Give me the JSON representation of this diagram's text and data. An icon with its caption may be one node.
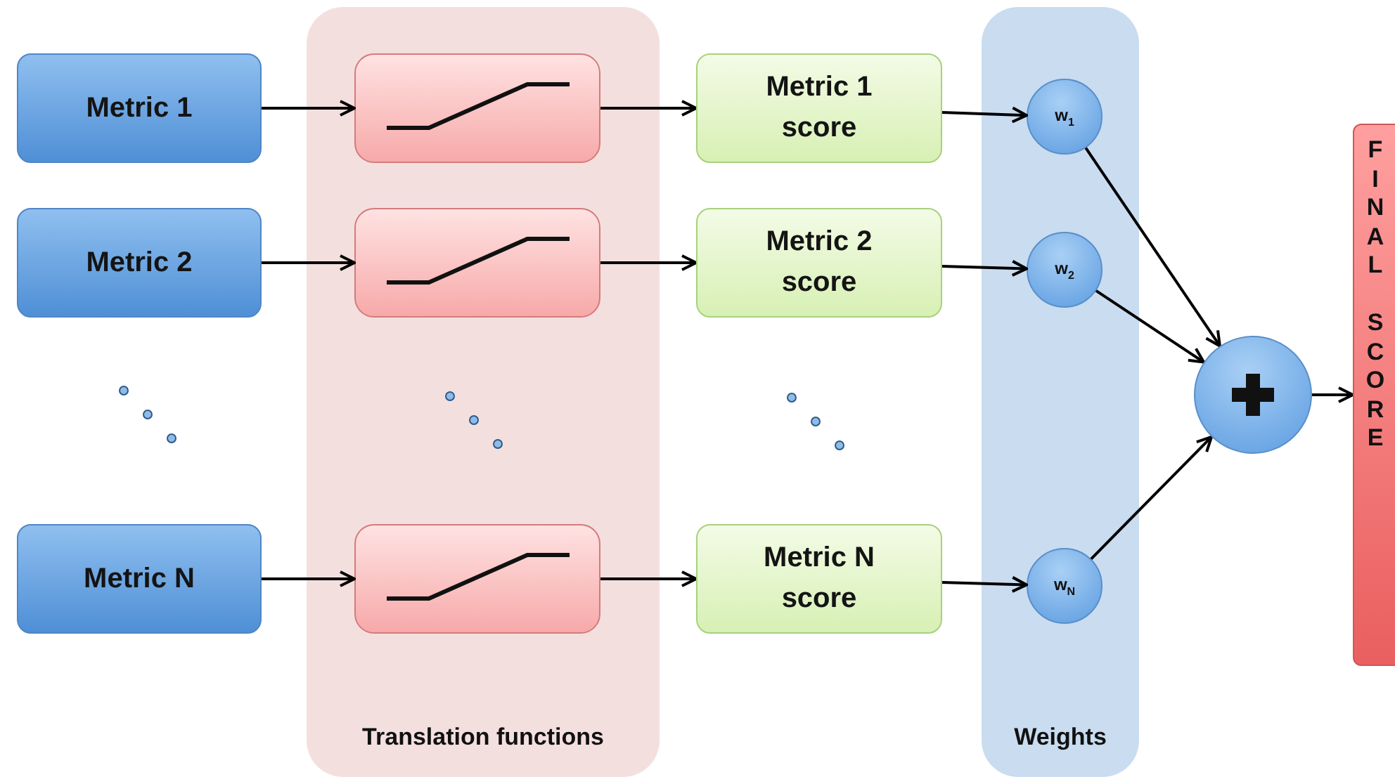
{
  "diagram": {
    "nodes": [
      {
        "text": [
          "Translation functions"
        ]
      },
      {
        "text": [
          "Weights"
        ]
      },
      {
        "text": [
          "Metric 1"
        ]
      },
      {
        "text": [
          "Metric 2"
        ]
      },
      {
        "text": [
          "Metric N"
        ]
      },
      {
        "text": [],
        "shape": "box",
        "in": 0
      },
      {
        "text": [],
        "shape": "box",
        "in": 0
      },
      {
        "text": [],
        "shape": "box",
        "in": 0
      },
      {
        "text": [
          "Metric 1 score"
        ]
      },
      {
        "text": [
          "Metric 2 score"
        ]
      },
      {
        "text": [
          "Metric N score"
        ]
      },
      {
        "text": [
          "w$_{1}$"
        ],
        "in": 1
      },
      {
        "text": [
          "w$_{2}$"
        ],
        "in": 1
      },
      {
        "text": [
          "w$_{N}$"
        ],
        "in": 1
      },
      {
        "text": [],
        "shape": "circle"
      },
      {
        "text": [
          "FINAL SCORE"
        ]
      }
    ],
    "edges": [
      {
        "from": 2,
        "to": 5,
        "arrow": "to"
      },
      {
        "from": 3,
        "to": 6,
        "arrow": "to"
      },
      {
        "from": 4,
        "to": 7,
        "arrow": "to"
      },
      {
        "from": 5,
        "to": 8,
        "arrow": "to"
      },
      {
        "from": 6,
        "to": 9,
        "arrow": "to"
      },
      {
        "from": 7,
        "to": 10,
        "arrow": "to"
      },
      {
        "from": 8,
        "to": 11,
        "arrow": "to"
      },
      {
        "from": 9,
        "to": 12,
        "arrow": "to"
      },
      {
        "from": 10,
        "to": 13,
        "arrow": "to"
      },
      {
        "from": 11,
        "to": 14,
        "arrow": "to"
      },
      {
        "from": 12,
        "to": 14,
        "arrow": "to"
      },
      {
        "from": 13,
        "to": 14,
        "arrow": "to"
      },
      {
        "from": 14,
        "to": 15,
        "arrow": "to"
      }
    ]
  }
}
